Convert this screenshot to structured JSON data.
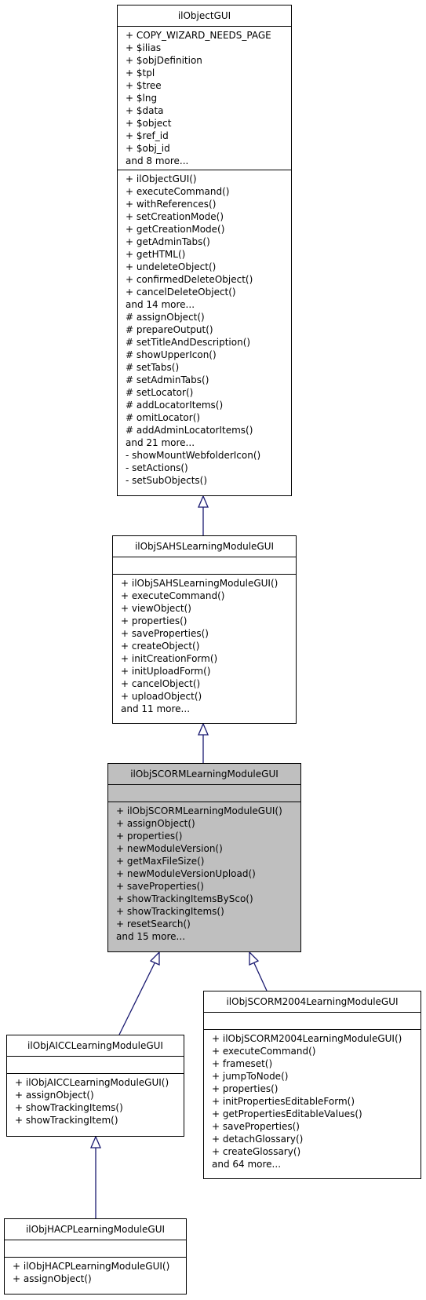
{
  "classes": {
    "ilObjectGUI": {
      "name": "ilObjectGUI",
      "attributes": [
        "+ COPY_WIZARD_NEEDS_PAGE",
        "+ $ilias",
        "+ $objDefinition",
        "+ $tpl",
        "+ $tree",
        "+ $lng",
        "+ $data",
        "+ $object",
        "+ $ref_id",
        "+ $obj_id",
        "and 8 more..."
      ],
      "methods": [
        "+ ilObjectGUI()",
        "+ executeCommand()",
        "+ withReferences()",
        "+ setCreationMode()",
        "+ getCreationMode()",
        "+ getAdminTabs()",
        "+ getHTML()",
        "+ undeleteObject()",
        "+ confirmedDeleteObject()",
        "+ cancelDeleteObject()",
        "and 14 more...",
        "# assignObject()",
        "# prepareOutput()",
        "# setTitleAndDescription()",
        "# showUpperIcon()",
        "# setTabs()",
        "# setAdminTabs()",
        "# setLocator()",
        "# addLocatorItems()",
        "# omitLocator()",
        "# addAdminLocatorItems()",
        "and 21 more...",
        "- showMountWebfolderIcon()",
        "- setActions()",
        "- setSubObjects()"
      ]
    },
    "ilObjSAHSLearningModuleGUI": {
      "name": "ilObjSAHSLearningModuleGUI",
      "attributes": [],
      "methods": [
        "+ ilObjSAHSLearningModuleGUI()",
        "+ executeCommand()",
        "+ viewObject()",
        "+ properties()",
        "+ saveProperties()",
        "+ createObject()",
        "+ initCreationForm()",
        "+ initUploadForm()",
        "+ cancelObject()",
        "+ uploadObject()",
        "and 11 more..."
      ]
    },
    "ilObjSCORMLearningModuleGUI": {
      "name": "ilObjSCORMLearningModuleGUI",
      "attributes": [],
      "methods": [
        "+ ilObjSCORMLearningModuleGUI()",
        "+ assignObject()",
        "+ properties()",
        "+ newModuleVersion()",
        "+ getMaxFileSize()",
        "+ newModuleVersionUpload()",
        "+ saveProperties()",
        "+ showTrackingItemsBySco()",
        "+ showTrackingItems()",
        "+ resetSearch()",
        "and 15 more..."
      ]
    },
    "ilObjAICCLearningModuleGUI": {
      "name": "ilObjAICCLearningModuleGUI",
      "attributes": [],
      "methods": [
        "+ ilObjAICCLearningModuleGUI()",
        "+ assignObject()",
        "+ showTrackingItems()",
        "+ showTrackingItem()"
      ]
    },
    "ilObjSCORM2004LearningModuleGUI": {
      "name": "ilObjSCORM2004LearningModuleGUI",
      "attributes": [],
      "methods": [
        "+ ilObjSCORM2004LearningModuleGUI()",
        "+ executeCommand()",
        "+ frameset()",
        "+ jumpToNode()",
        "+ properties()",
        "+ initPropertiesEditableForm()",
        "+ getPropertiesEditableValues()",
        "+ saveProperties()",
        "+ detachGlossary()",
        "+ createGlossary()",
        "and 64 more..."
      ]
    },
    "ilObjHACPLearningModuleGUI": {
      "name": "ilObjHACPLearningModuleGUI",
      "attributes": [],
      "methods": [
        "+ ilObjHACPLearningModuleGUI()",
        "+ assignObject()"
      ]
    }
  },
  "colors": {
    "edge": "#191970",
    "highlight_fill": "#bfbfbf"
  }
}
